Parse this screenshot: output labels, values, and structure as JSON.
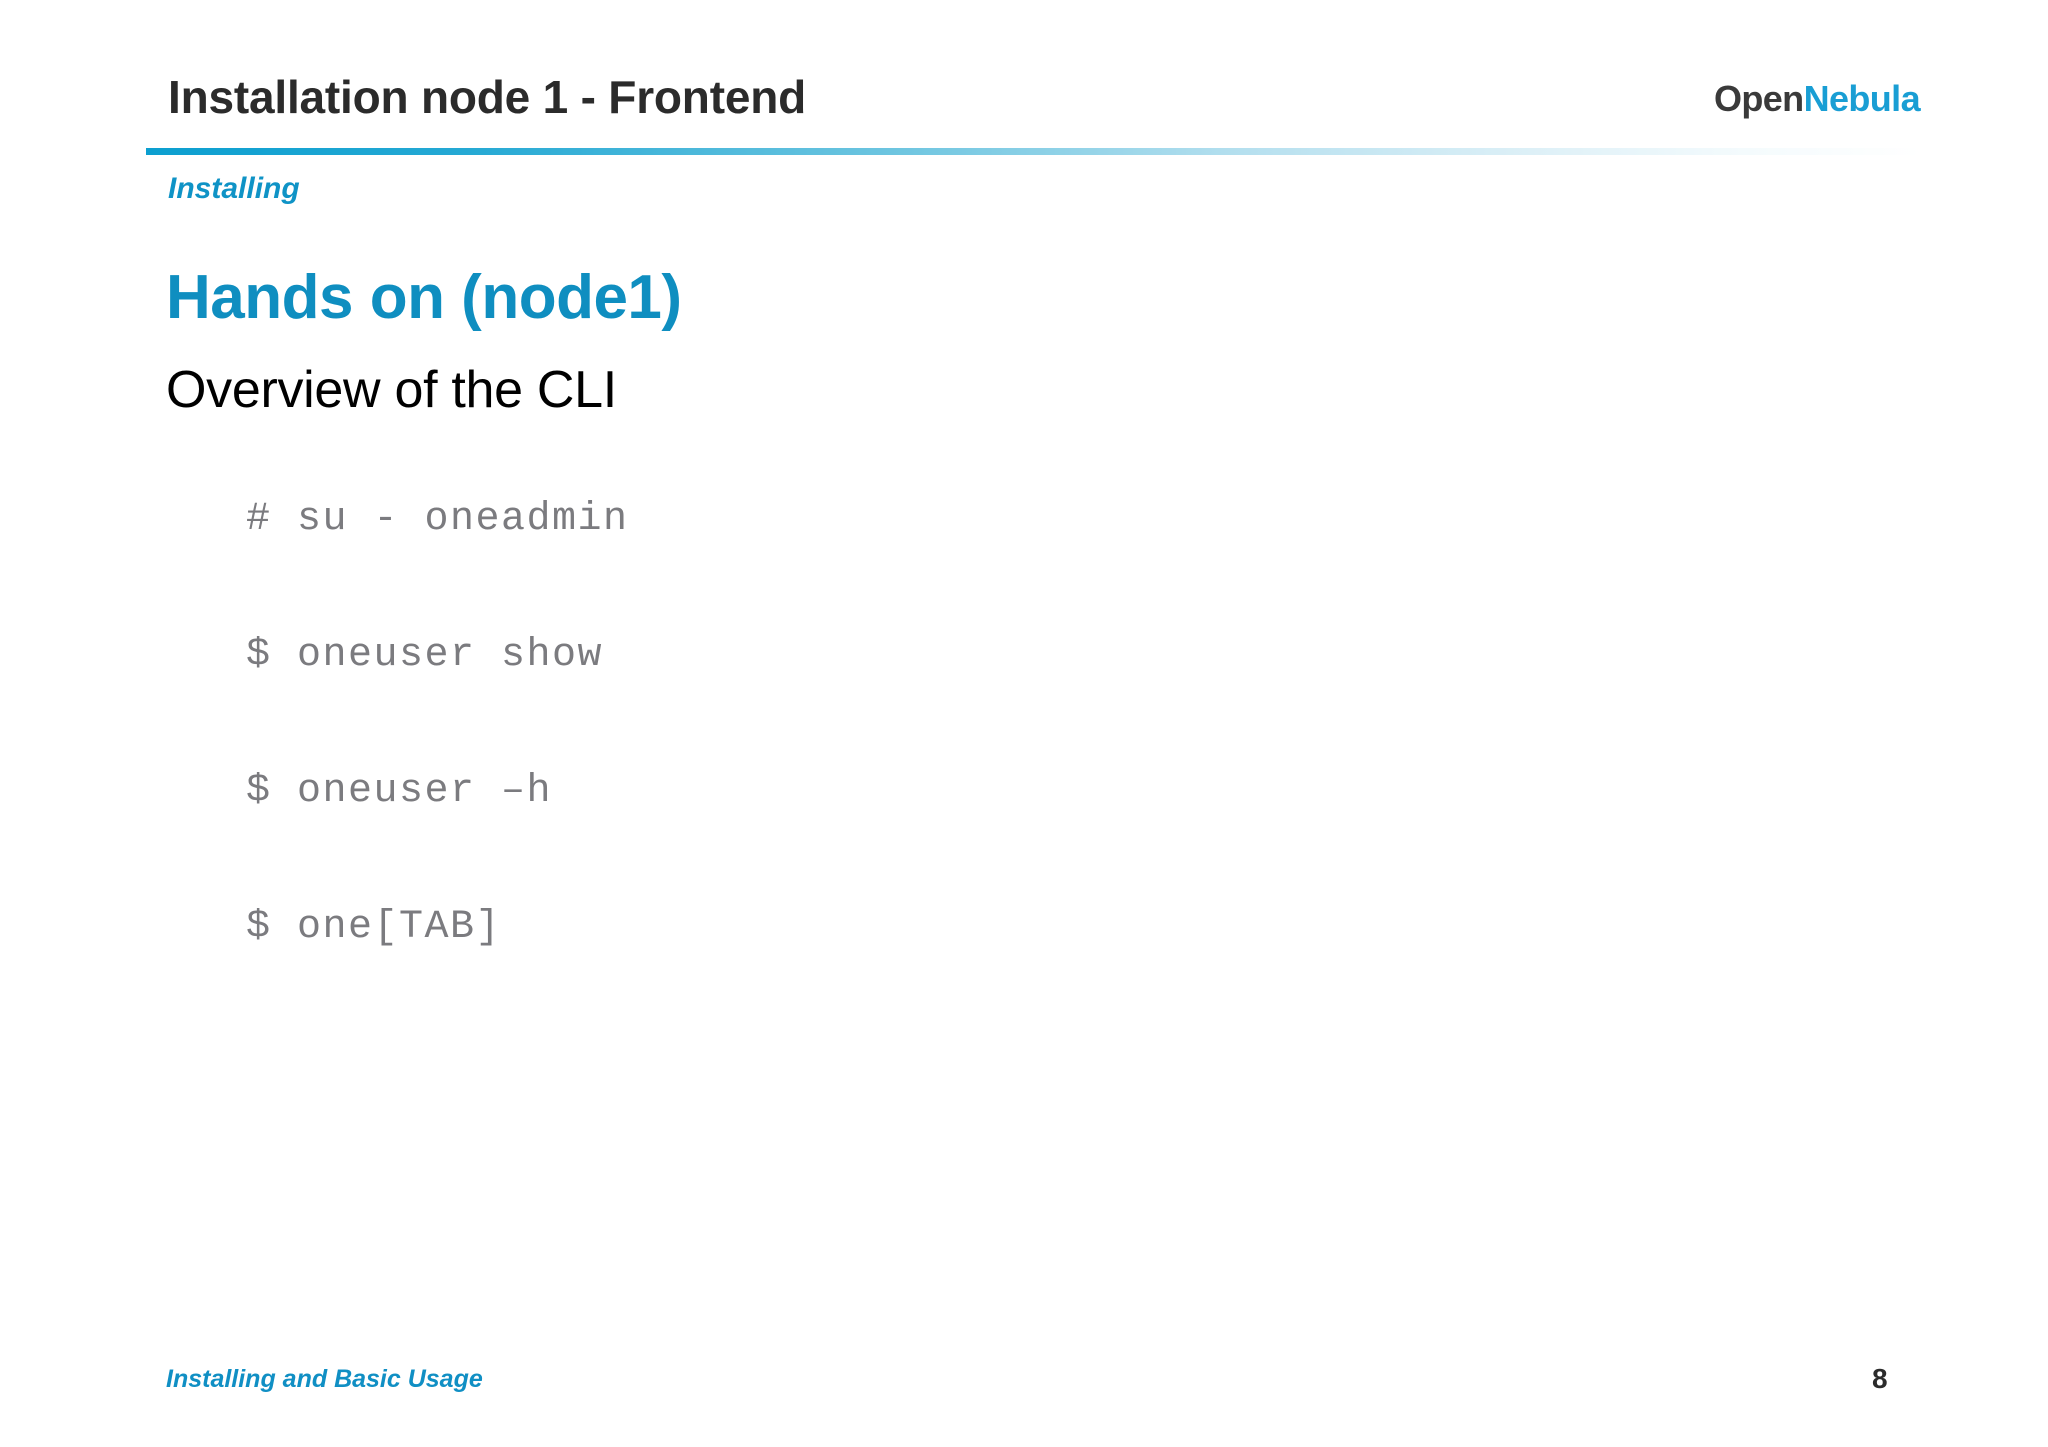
{
  "slide": {
    "title": "Installation node 1 - Frontend",
    "section_label": "Installing",
    "main_heading": "Hands on (node1)",
    "sub_heading": "Overview of the CLI",
    "page_number": "8",
    "footer_label": "Installing and Basic Usage"
  },
  "brand": {
    "part_one": "Open",
    "part_two": "Nebula",
    "color_dark": "#3a3a3a",
    "color_accent": "#199ed4"
  },
  "theme": {
    "accent_cyan": "#0f8ec0",
    "rule_start": "#0c9fd0",
    "rule_end": "#ffffff",
    "title_color": "#2b2b2b",
    "code_color": "#7b7b7f",
    "background": "#ffffff"
  },
  "code": {
    "lines": [
      "# su - oneadmin",
      "$ oneuser show",
      "$ oneuser –h",
      "$ one[TAB]"
    ]
  }
}
